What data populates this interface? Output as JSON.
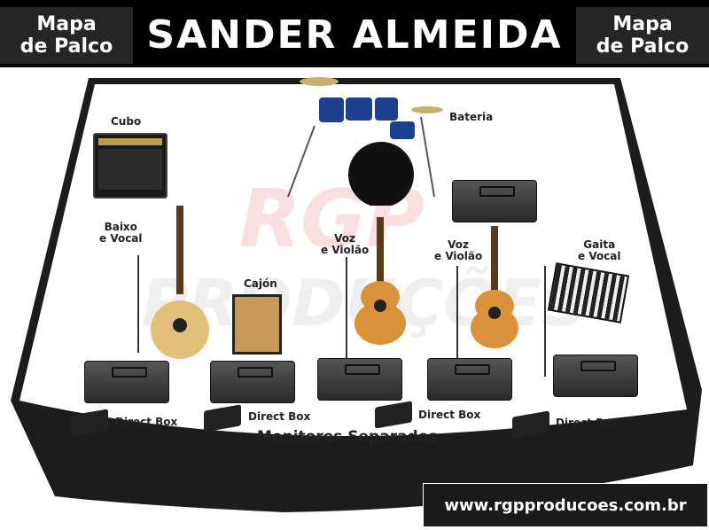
{
  "header": {
    "left_label": "Mapa\nde Palco",
    "title": "SANDER ALMEIDA",
    "right_label": "Mapa\nde Palco"
  },
  "stage": {
    "labels": {
      "cubo": "Cubo",
      "bateria": "Bateria",
      "baixo": "Baixo\ne Vocal",
      "cajon": "Cajón",
      "voz1": "Voz\ne Violão",
      "voz2": "Voz\ne Violão",
      "gaita": "Gaita\ne Vocal"
    },
    "direct_boxes": [
      "Direct Box",
      "Direct Box",
      "Direct Box",
      "Direct Box"
    ],
    "monitors_caption": "Monitores Separados",
    "watermark": "RGP PRODUCOES"
  },
  "footer": {
    "url": "www.rgpproducoes.com.br"
  }
}
